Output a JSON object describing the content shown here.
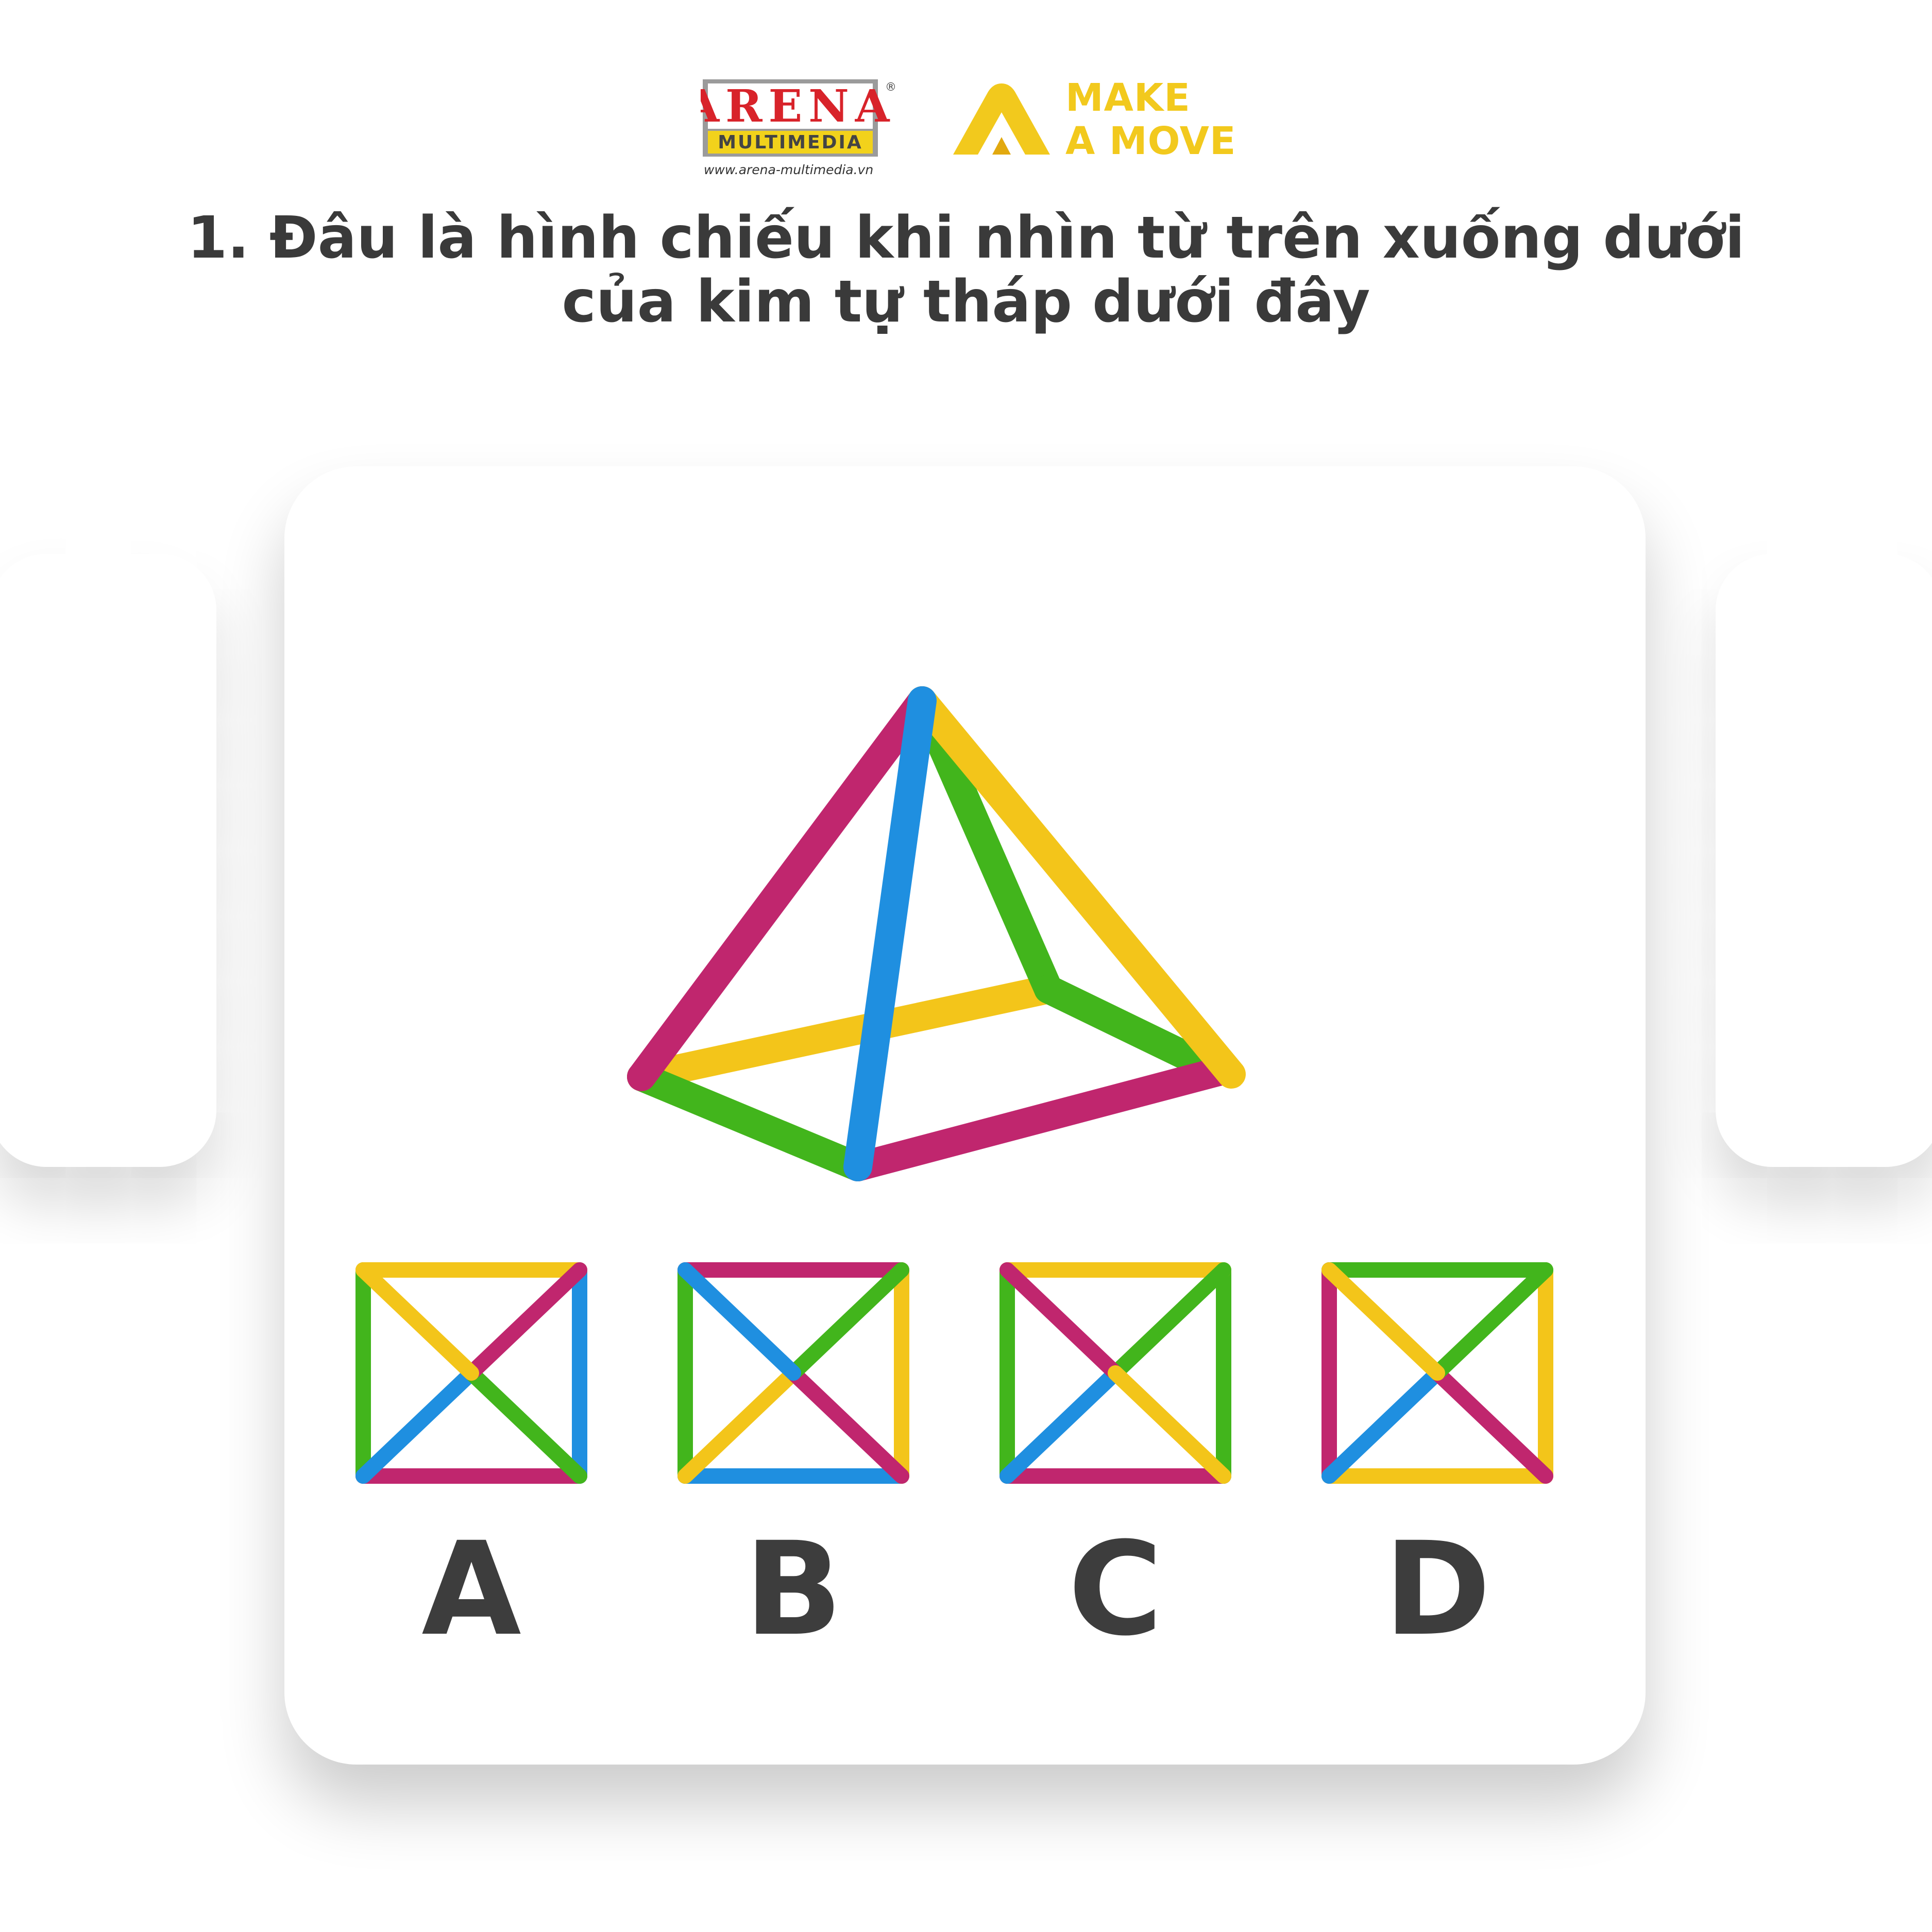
{
  "brand": {
    "arena": {
      "word": "ARENA",
      "sub": "MULTIMEDIA",
      "website": "www.arena-multimedia.vn",
      "registered": "®"
    },
    "make_a_move": {
      "line1": "MAKE",
      "line2": "A MOVE"
    }
  },
  "question": {
    "line1": "1. Đâu là hình chiếu khi nhìn từ trên xuống dưới",
    "line2": "của kim tự tháp dưới đây"
  },
  "options": [
    {
      "label": "A"
    },
    {
      "label": "B"
    },
    {
      "label": "C"
    },
    {
      "label": "D"
    }
  ],
  "colors": {
    "magenta": "#c0266e",
    "blue": "#1f8fe0",
    "green": "#42b51c",
    "yellow": "#f3c51a",
    "text": "#3a3a3a",
    "brand_yellow": "#f2c91d",
    "arena_red": "#d8232a"
  }
}
